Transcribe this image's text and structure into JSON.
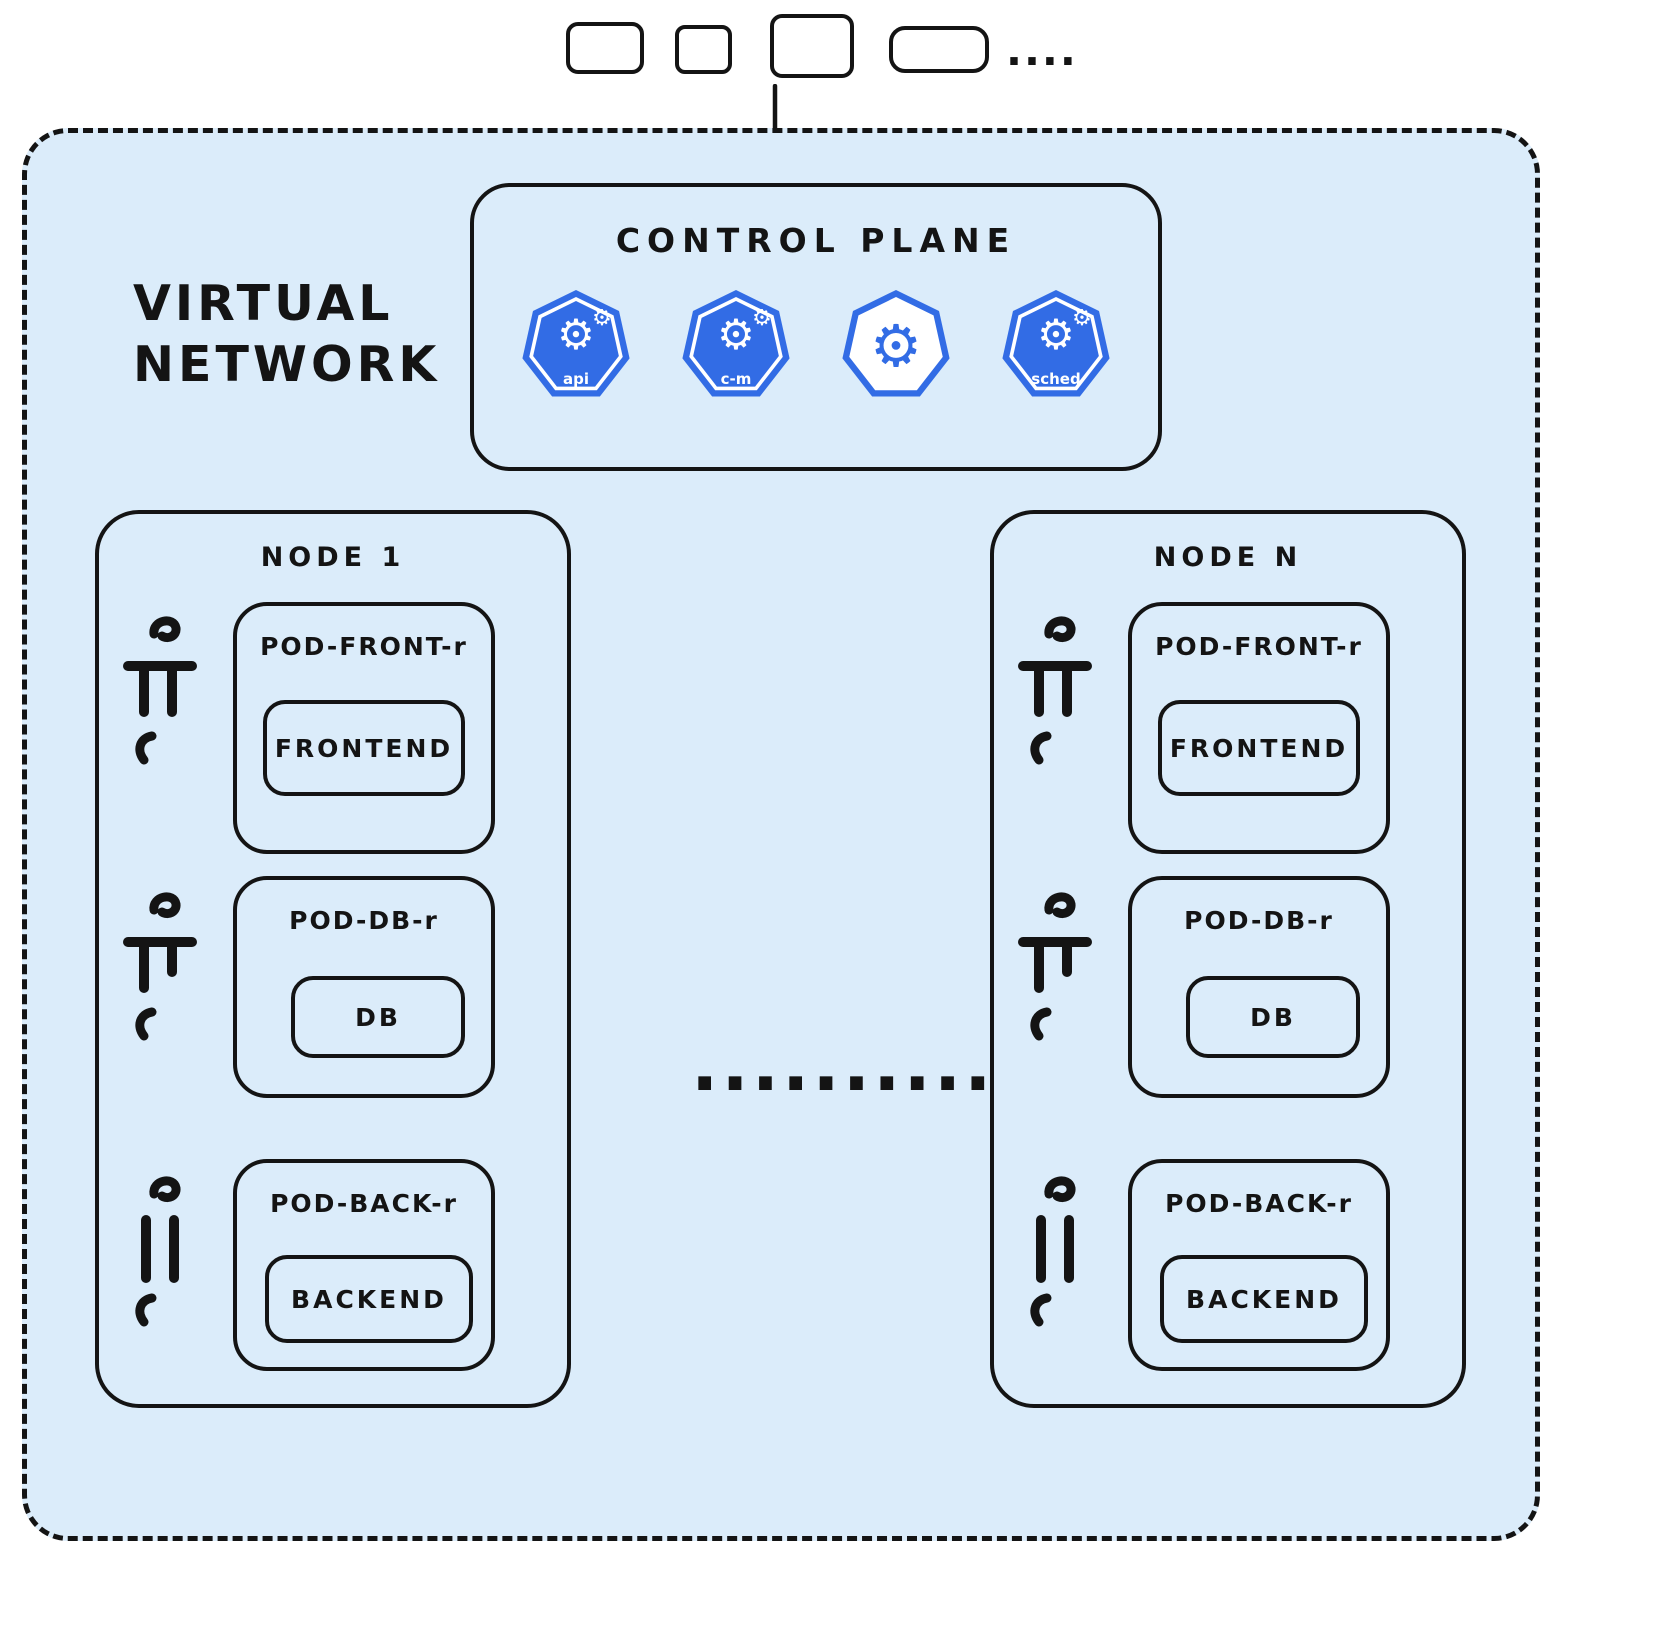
{
  "colors": {
    "background": "#ffffff",
    "network_fill": "#dbecfa",
    "stroke": "#141414",
    "k8s_blue": "#326ce5"
  },
  "clients": {
    "ellipsis": "...."
  },
  "network": {
    "label": [
      "VIRTUAL",
      "NETWORK"
    ]
  },
  "control_plane": {
    "title": "CONTROL PLANE",
    "components": [
      {
        "icon": "kube-apiserver-icon",
        "label": "api"
      },
      {
        "icon": "kube-controller-manager-icon",
        "label": "c-m"
      },
      {
        "icon": "cloud-controller-manager-icon",
        "label": ""
      },
      {
        "icon": "kube-scheduler-icon",
        "label": "sched"
      }
    ]
  },
  "nodes": [
    {
      "title": "NODE 1",
      "pods": [
        {
          "title": "POD-FRONT-r",
          "container": "FRONTEND"
        },
        {
          "title": "POD-DB-r",
          "container": "DB"
        },
        {
          "title": "POD-BACK-r",
          "container": "BACKEND"
        }
      ]
    },
    {
      "title": "NODE N",
      "pods": [
        {
          "title": "POD-FRONT-r",
          "container": "FRONTEND"
        },
        {
          "title": "POD-DB-r",
          "container": "DB"
        },
        {
          "title": "POD-BACK-r",
          "container": "BACKEND"
        }
      ]
    }
  ],
  "more_nodes_dots": ".........."
}
